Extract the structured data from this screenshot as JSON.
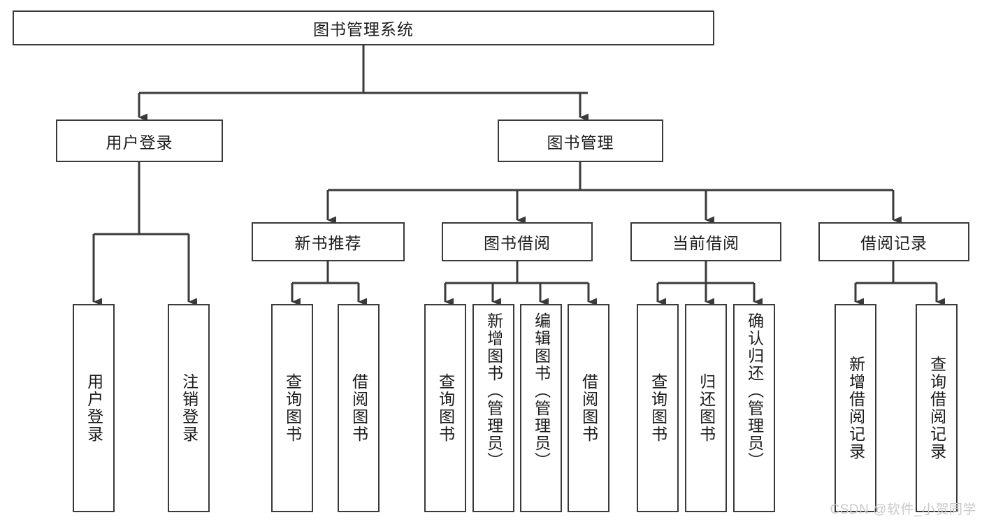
{
  "diagram": {
    "type": "tree",
    "title": "图书管理系统",
    "watermark": "CSDN @软件_小贺同学",
    "colors": {
      "background": "#ffffff",
      "box_border": "#3a3a3a",
      "box_fill": "#ffffff",
      "text": "#1c1c1c",
      "connector": "#3a3a3a",
      "watermark": "#c9c9c9"
    },
    "root": {
      "label": "图书管理系统"
    },
    "level1": [
      {
        "label": "用户登录"
      },
      {
        "label": "图书管理"
      }
    ],
    "level2": [
      {
        "label": "新书推荐"
      },
      {
        "label": "图书借阅"
      },
      {
        "label": "当前借阅"
      },
      {
        "label": "借阅记录"
      }
    ],
    "leaves": {
      "user_login": [
        {
          "label": "用户登录"
        },
        {
          "label": "注销登录"
        }
      ],
      "new_book_recommend": [
        {
          "label": "查询图书"
        },
        {
          "label": "借阅图书"
        }
      ],
      "book_borrow": [
        {
          "label": "查询图书"
        },
        {
          "label": "新增图书（管理员）"
        },
        {
          "label": "编辑图书（管理员）"
        },
        {
          "label": "借阅图书"
        }
      ],
      "current_borrow": [
        {
          "label": "查询图书"
        },
        {
          "label": "归还图书"
        },
        {
          "label": "确认归还（管理员）"
        }
      ],
      "borrow_record": [
        {
          "label": "新增借阅记录"
        },
        {
          "label": "查询借阅记录"
        }
      ]
    }
  }
}
